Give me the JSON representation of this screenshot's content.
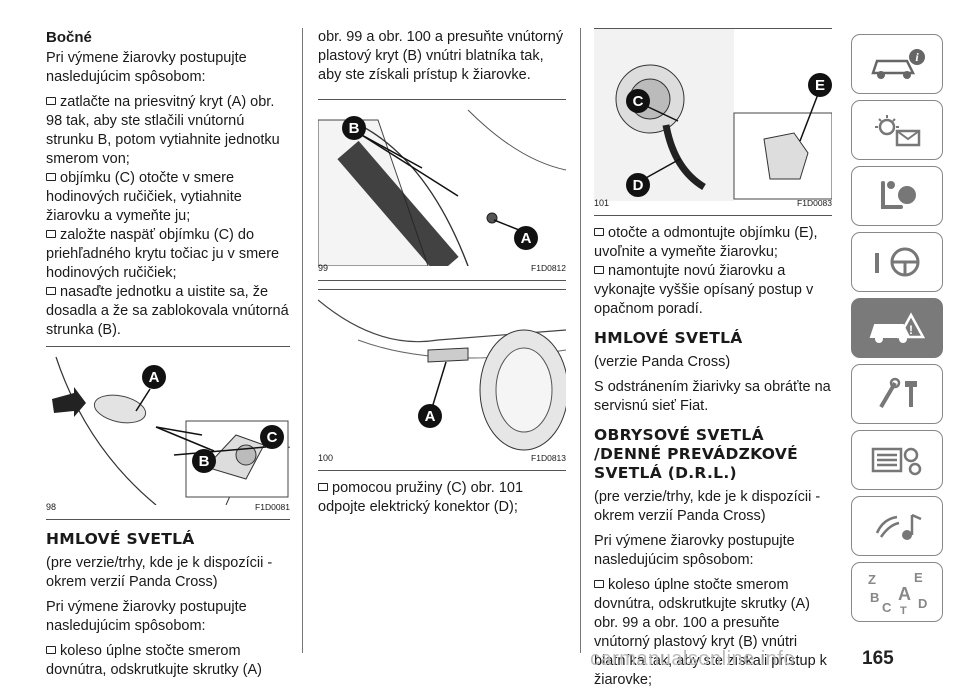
{
  "col1": {
    "heading": "Bočné",
    "intro": "Pri výmene žiarovky postupujte nasledujúcim spôsobom:",
    "steps": [
      "zatlačte na priesvitný kryt (A) obr. 98 tak, aby ste stlačili vnútornú strunku B, potom vytiahnite jednotku smerom von;",
      "objímku (C) otočte v smere hodinových ručičiek, vytiahnite žiarovku a vymeňte ju;",
      "založte naspäť objímku (C) do priehľadného krytu točiac ju v smere hodinových ručičiek;",
      "nasaďte jednotku a uistite sa, že dosadla a že sa zablokovala vnútorná strunka (B)."
    ],
    "figure": {
      "num": "98",
      "code": "F1D0081",
      "labels": [
        "A",
        "B",
        "C"
      ]
    },
    "section_title": "HMLOVÉ SVETLÁ",
    "section_note": "(pre verzie/trhy, kde je k dispozícii - okrem verzií Panda Cross)",
    "section_intro": "Pri výmene žiarovky postupujte nasledujúcim spôsobom:",
    "section_step": "koleso úplne stočte smerom dovnútra, odskrutkujte skrutky (A)"
  },
  "col2": {
    "cont": "obr. 99 a obr. 100 a presuňte vnútorný plastový kryt (B) vnútri blatníka tak, aby ste získali prístup k žiarovke.",
    "fig99": {
      "num": "99",
      "code": "F1D0812",
      "labels": [
        "A",
        "B"
      ]
    },
    "fig100": {
      "num": "100",
      "code": "F1D0813",
      "labels": [
        "A"
      ]
    },
    "step": "pomocou pružiny (C) obr. 101 odpojte elektrický konektor (D);"
  },
  "col3": {
    "fig101": {
      "num": "101",
      "code": "F1D0083",
      "labels": [
        "C",
        "D",
        "E"
      ]
    },
    "steps": [
      "otočte a odmontujte objímku (E), uvoľnite a vymeňte žiarovku;",
      "namontujte novú žiarovku a vykonajte vyššie opísaný postup v opačnom poradí."
    ],
    "title1": "HMLOVÉ SVETLÁ",
    "note1": "(verzie Panda Cross)",
    "text1": "S odstránením žiarivky sa obráťte na servisnú sieť Fiat.",
    "title2": "OBRYSOVÉ SVETLÁ /DENNÉ PREVÁDZKOVÉ SVETLÁ (D.R.L.)",
    "note2": "(pre verzie/trhy, kde je k dispozícii - okrem verzií Panda Cross)",
    "intro2": "Pri výmene žiarovky postupujte nasledujúcim spôsobom:",
    "step2": "koleso úplne stočte smerom dovnútra, odskrutkujte skrutky (A) obr. 99 a obr. 100 a presuňte vnútorný plastový kryt (B) vnútri blatníka tak, aby ste získali prístup k žiarovke;"
  },
  "sidebar": {
    "tabs": [
      "car-info-icon",
      "warning-lights-icon",
      "seat-airbag-icon",
      "steering-wheel-icon",
      "emergency-icon",
      "maintenance-icon",
      "technical-data-icon",
      "multimedia-icon",
      "index-icon"
    ],
    "active_index": 4,
    "index_letters": [
      "Z",
      "E",
      "B",
      "A",
      "C",
      "D",
      "T"
    ],
    "accent": "#7a7a7a"
  },
  "page_number": "165",
  "watermark": "carmanualsonline.info"
}
